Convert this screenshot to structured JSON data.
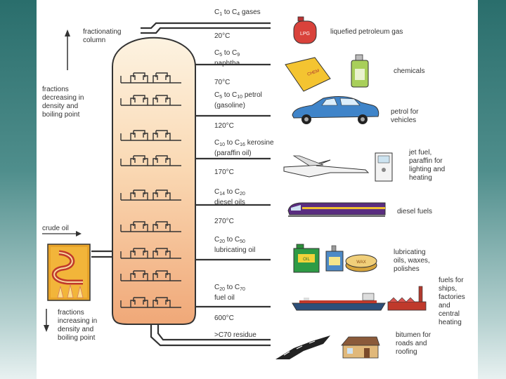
{
  "labels": {
    "column_title": "fractionating\ncolumn",
    "decreasing": "fractions\ndecreasing in\ndensity and\nboiling point",
    "crude_oil": "crude oil",
    "increasing": "fractions\nincreasing in\ndensity and\nboiling point"
  },
  "fractions": [
    {
      "name": "C1 to C4 gases",
      "use": "liquefied petroleum gas",
      "icon": "gas-cylinder-icon"
    },
    {
      "temp": "20°C"
    },
    {
      "name": "C5 to C9\nnaphtha",
      "use": "chemicals",
      "icon": "chemicals-icon"
    },
    {
      "temp": "70°C"
    },
    {
      "name": "C5 to C10 petrol\n(gasoline)",
      "use": "petrol for\nvehicles",
      "icon": "car-icon"
    },
    {
      "temp": "120°C"
    },
    {
      "name": "C10 to C16 kerosine\n(paraffin oil)",
      "use": "jet fuel,\nparaffin for\nlighting and\nheating",
      "icon": "jet-icon"
    },
    {
      "temp": "170°C"
    },
    {
      "name": "C14 to C20\ndiesel oils",
      "use": "diesel fuels",
      "icon": "train-icon"
    },
    {
      "temp": "270°C"
    },
    {
      "name": "C20 to C50\nlubricating oil",
      "use": "lubricating\noils, waxes,\npolishes",
      "icon": "oil-can-icon"
    },
    {
      "name": "C20 to C70\nfuel oil",
      "use": "fuels for\nships,\nfactories\nand\ncentral\nheating",
      "icon": "ship-icon"
    },
    {
      "temp": "600°C"
    },
    {
      "name": ">C70 residue",
      "use": "bitumen for\nroads and\nroofing",
      "icon": "road-icon"
    }
  ],
  "icon_labels": {
    "cylinder": "LPG",
    "chem_box": "CHEM",
    "oil_can": "OIL",
    "polish": "WAX"
  },
  "colors": {
    "frame": "#2a6e6c",
    "column_top": "#fdf3e1",
    "column_bottom": "#f0a878",
    "pipe": "#333333",
    "furnace": "#e0a020"
  }
}
